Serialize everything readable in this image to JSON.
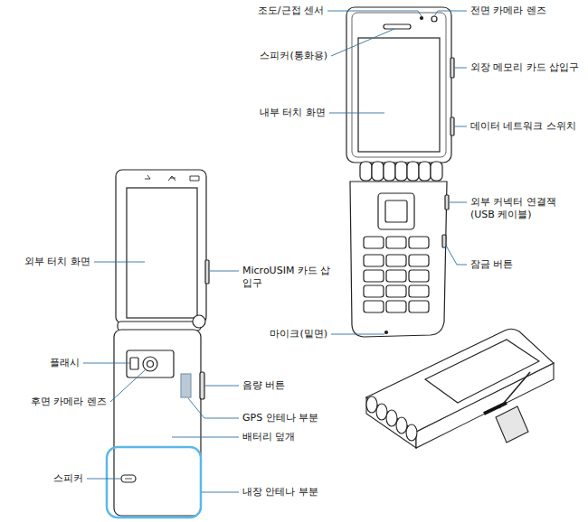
{
  "diagram": {
    "labels": [
      "조도/근접 센서",
      "전면 카메라 렌즈",
      "스피커(통화용)",
      "외장 메모리 카드 삽입구",
      "내부 터치 화면",
      "데이터 네트워크 스위치",
      "외부 커넥터 연결잭 (USB 케이블)",
      "잠금 버튼",
      "마이크(밑면)",
      "외부 터치 화면",
      "MicroUSIM 카드 삽입구",
      "플래시",
      "음량 버튼",
      "후면 카메라 렌즈",
      "GPS 안테나 부분",
      "배터리 덮개",
      "스피커",
      "내장 안테나 부분"
    ]
  }
}
